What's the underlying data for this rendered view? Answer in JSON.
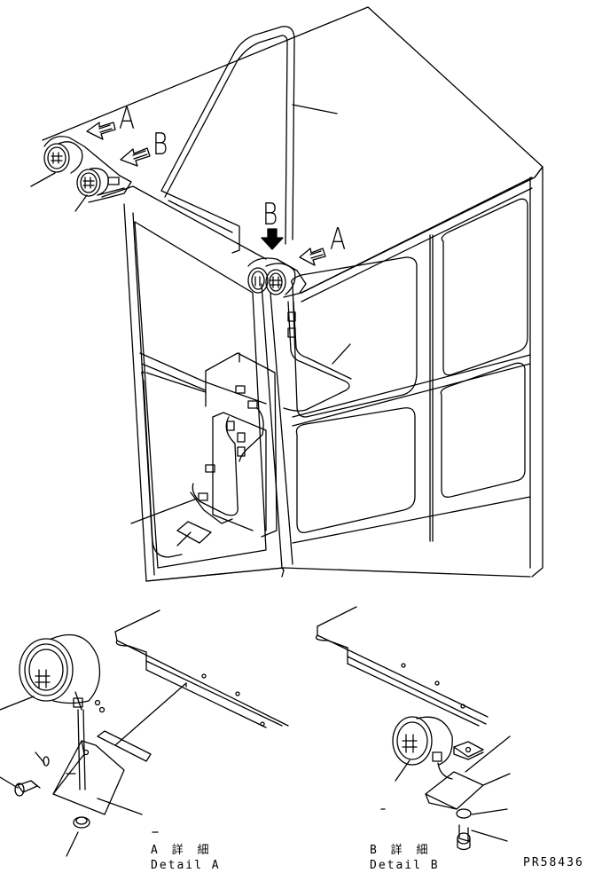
{
  "view_labels": {
    "a_top_left": "A",
    "b_top_left": "B",
    "b_top_right": "B",
    "a_top_right": "A"
  },
  "details": {
    "a_japanese": "A 詳 細",
    "a_english": "Detail A",
    "b_japanese": "B 詳 細",
    "b_english": "Detail B"
  },
  "drawing_code": "PR58436",
  "colors": {
    "ink": "#000000",
    "paper": "#ffffff"
  }
}
